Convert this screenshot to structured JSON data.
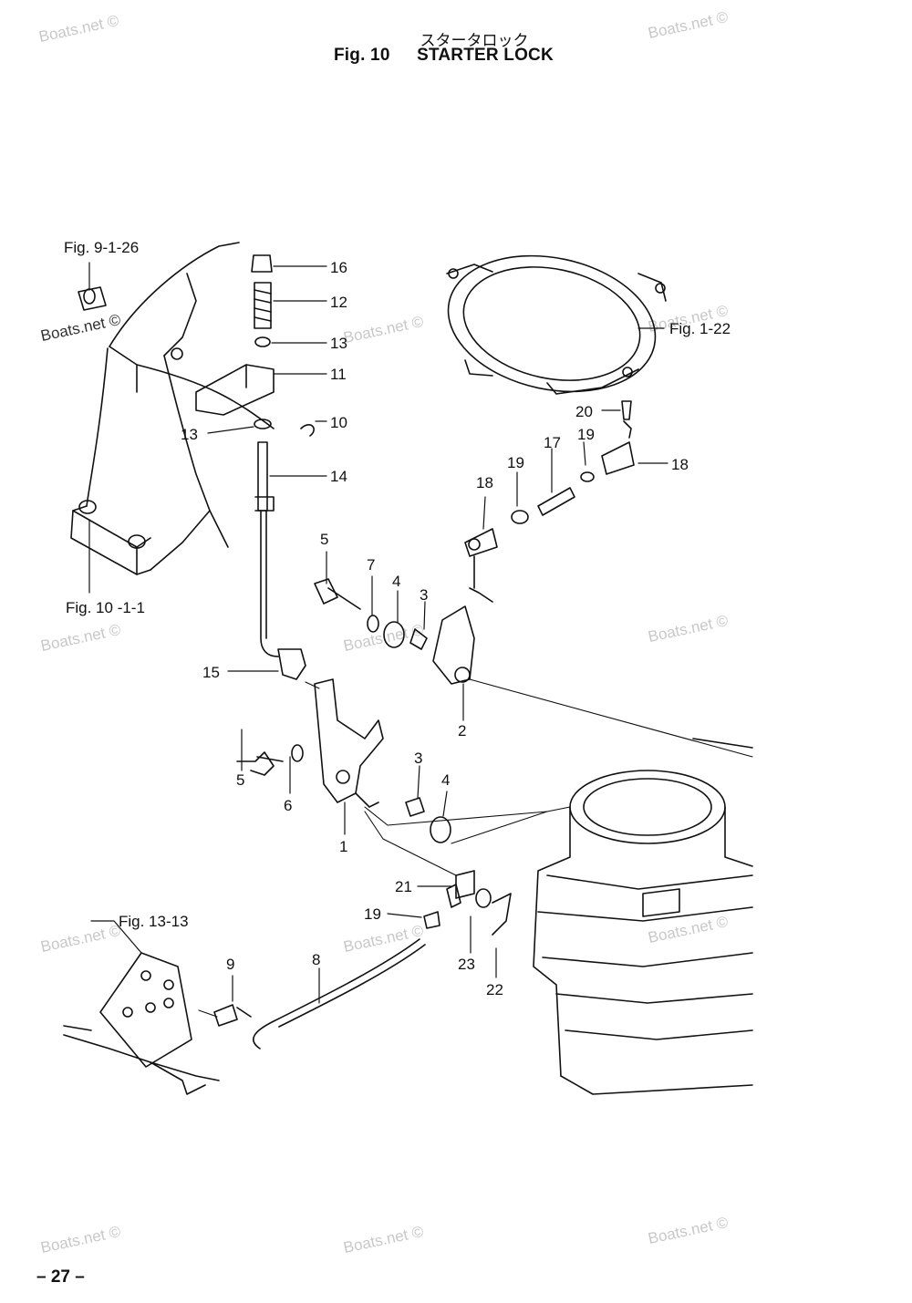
{
  "header": {
    "title_jp": "スタータロック",
    "fig_label": "Fig. 10",
    "title_en": "STARTER LOCK"
  },
  "references": {
    "fig_9_1_26": "Fig. 9-1-26",
    "fig_1_22": "Fig. 1-22",
    "fig_10_1_1": "Fig. 10 -1-1",
    "fig_13_13": "Fig. 13-13"
  },
  "callouts": {
    "c16": "16",
    "c12": "12",
    "c13a": "13",
    "c11": "11",
    "c10": "10",
    "c13b": "13",
    "c14": "14",
    "c15": "15",
    "c20": "20",
    "c19a": "19",
    "c17": "17",
    "c18a": "18",
    "c18b": "18",
    "c19b": "19",
    "c5a": "5",
    "c7": "7",
    "c4a": "4",
    "c3a": "3",
    "c2": "2",
    "c5b": "5",
    "c6": "6",
    "c1": "1",
    "c3b": "3",
    "c4b": "4",
    "c21": "21",
    "c19c": "19",
    "c9": "9",
    "c8": "8",
    "c23": "23",
    "c22": "22"
  },
  "watermark": "Boats.net ©",
  "footer": {
    "page_number": "– 27 –"
  }
}
